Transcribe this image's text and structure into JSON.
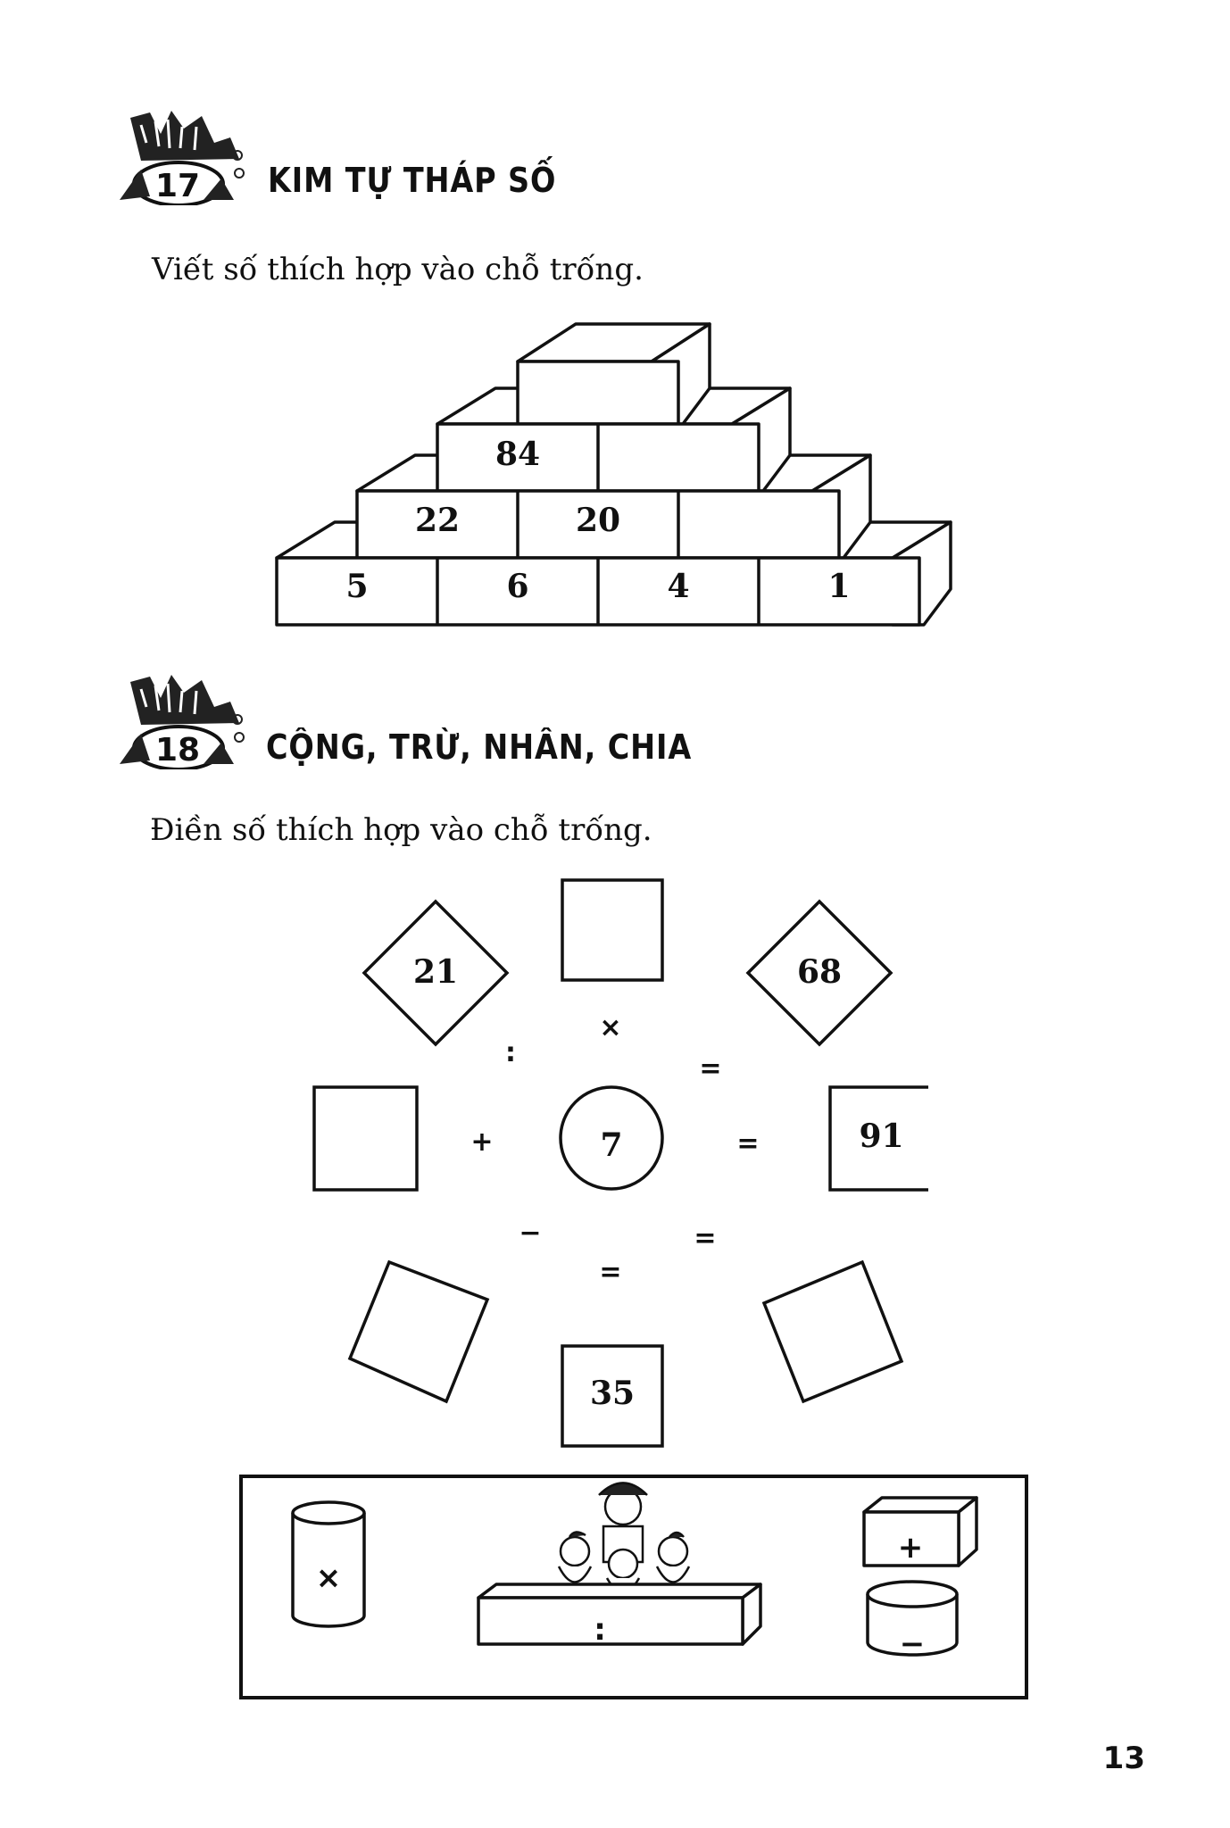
{
  "section17": {
    "number": "17",
    "title": "KIM TỰ THÁP SỐ",
    "instruction": "Viết số thích hợp vào chỗ trống.",
    "pyramid": {
      "row1": [
        "",
        ""
      ],
      "row2": [
        "84",
        "",
        ""
      ],
      "row3": [
        "22",
        "20",
        ""
      ],
      "row4": [
        "5",
        "6",
        "4",
        "1"
      ]
    }
  },
  "section18": {
    "number": "18",
    "title": "CỘNG, TRỪ, NHÂN, CHIA",
    "instruction": "Điền số thích hợp vào chỗ trống.",
    "puzzle": {
      "top_left_diamond": "21",
      "top_square": "",
      "top_right_diamond": "68",
      "left_square": "",
      "center_circle": "7",
      "right_square": "91",
      "bottom_left_diamond": "",
      "bottom_right_diamond": "",
      "bottom_square": "35",
      "op_divide": ":",
      "op_multiply": "×",
      "op_equals_top": "=",
      "op_plus": "+",
      "op_equals_mid": "=",
      "op_minus": "−",
      "op_equals_bottom": "=",
      "op_equals_lower_right": "="
    },
    "legend": {
      "cylinder_op": "×",
      "box_op": "+",
      "drum_op": "−",
      "long_block_op": ":"
    }
  },
  "page_number": "13"
}
